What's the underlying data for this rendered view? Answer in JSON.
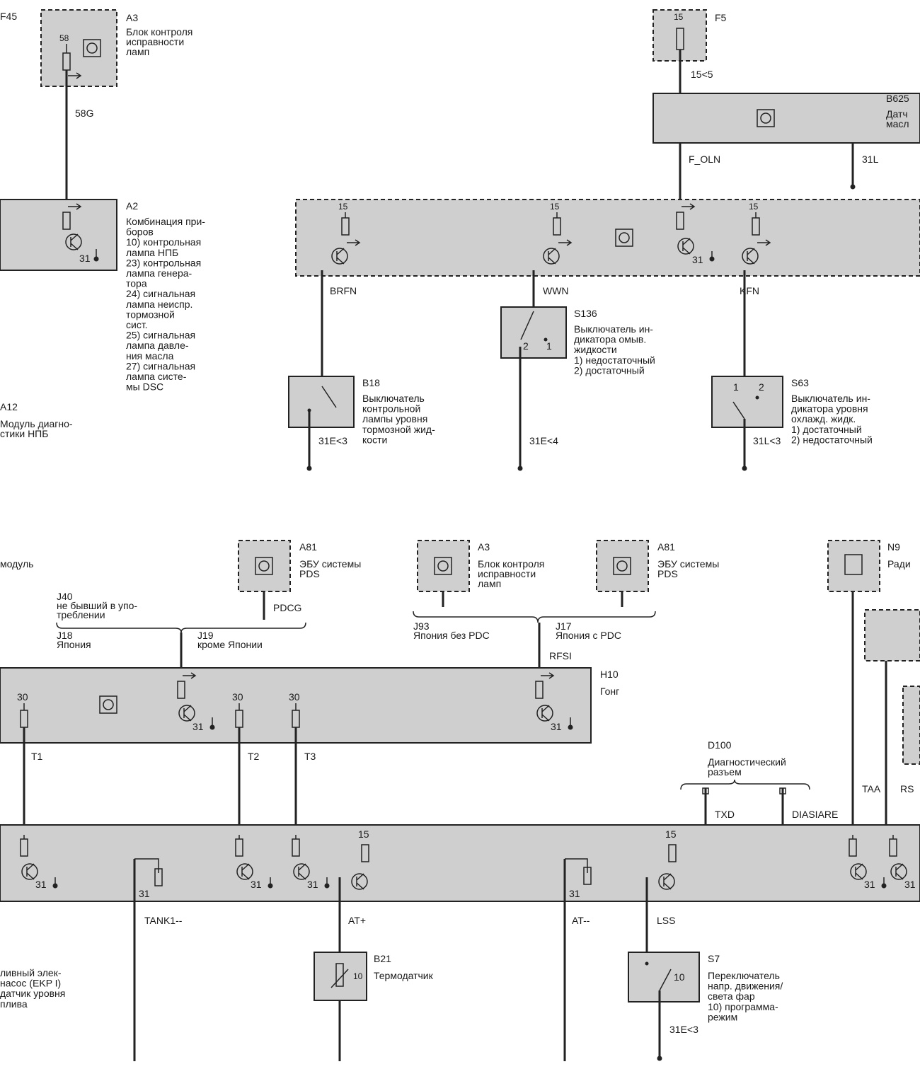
{
  "top": {
    "f45": "F45",
    "a3": {
      "id": "A3",
      "lines": [
        "Блок контроля",
        "исправности",
        "ламп"
      ],
      "pin": "58"
    },
    "w58g": "58G",
    "a2": {
      "id": "A2",
      "lines": [
        "Комбинация при-",
        "боров",
        "10) контрольная",
        "лампа НПБ",
        "23) контрольная",
        "лампа генера-",
        "тора",
        "24) сигнальная",
        "лампа неиспр.",
        "тормозной",
        "сист.",
        "25) сигнальная",
        "лампа давле-",
        "ния масла",
        "27) сигнальная",
        "лампа систе-",
        "мы DSC"
      ],
      "gnd": "31"
    },
    "a12": {
      "id": "A12",
      "lines": [
        "Модуль диагно-",
        "стики НПБ"
      ]
    },
    "f5": {
      "id": "F5",
      "pin": "15"
    },
    "w15_5": "15<5",
    "b625": {
      "id": "B625",
      "lines": [
        "Датч",
        "масл"
      ]
    },
    "w_foln": "F_OLN",
    "w31l": "31L",
    "cluster_pins": [
      "15",
      "15",
      "15",
      "31"
    ],
    "brfn": "BRFN",
    "wwn": "WWN",
    "kfn": "KFN",
    "s136": {
      "id": "S136",
      "lines": [
        "Выключатель ин-",
        "дикатора омыв.",
        "жидкости",
        "1) недостаточный",
        "2) достаточный"
      ],
      "p1": "1",
      "p2": "2"
    },
    "b18": {
      "id": "B18",
      "lines": [
        "Выключатель",
        "контрольной",
        "лампы уровня",
        "тормозной жид-",
        "кости"
      ]
    },
    "s63": {
      "id": "S63",
      "lines": [
        "Выключатель ин-",
        "дикатора уровня",
        "охлажд. жидк.",
        "1) достаточный",
        "2) недостаточный"
      ],
      "p1": "1",
      "p2": "2"
    },
    "g31e3a": "31E<3",
    "g31e4": "31E<4",
    "g31l3": "31L<3"
  },
  "bottom": {
    "module": "модуль",
    "a81a": {
      "id": "A81",
      "lines": [
        "ЭБУ системы",
        "PDS"
      ]
    },
    "pdcg": "PDCG",
    "a3b": {
      "id": "A3",
      "lines": [
        "Блок контроля",
        "исправности",
        "ламп"
      ]
    },
    "a81b": {
      "id": "A81",
      "lines": [
        "ЭБУ системы",
        "PDS"
      ]
    },
    "n9": {
      "id": "N9",
      "lines": [
        "Ради"
      ]
    },
    "j40": [
      "J40",
      "не бывший в упо-",
      "треблении"
    ],
    "j18": [
      "J18",
      "Япония"
    ],
    "j19": [
      "J19",
      "кроме Японии"
    ],
    "j93": [
      "J93",
      "Япония без PDC"
    ],
    "j17": [
      "J17",
      "Япония с PDC"
    ],
    "rfsi": "RFSI",
    "h10": {
      "id": "H10",
      "lines": [
        "Гонг"
      ]
    },
    "h10_pins": [
      "30",
      "30",
      "30",
      "31",
      "31"
    ],
    "t1": "T1",
    "t2": "T2",
    "t3": "T3",
    "d100": {
      "id": "D100",
      "lines": [
        "Диагностический",
        "разъем"
      ]
    },
    "txd": "TXD",
    "diasiare": "DIASIARE",
    "taa": "TAA",
    "rs": "RS",
    "bus_pins": [
      "31",
      "31",
      "31",
      "31",
      "15",
      "31",
      "15",
      "31",
      "31"
    ],
    "tank1": "TANK1--",
    "atp": "AT+",
    "atm": "AT--",
    "lss": "LSS",
    "b21": {
      "id": "B21",
      "lines": [
        "Термодатчик"
      ]
    },
    "s7": {
      "id": "S7",
      "lines": [
        "Переключатель",
        "напр. движения/",
        "света фар",
        "10) программа-",
        "режим"
      ],
      "pin": "10"
    },
    "ekp": [
      "ливный элек-",
      "насос (EKP I)",
      "датчик уровня",
      "плива"
    ],
    "g31e3b": "31E<3"
  }
}
